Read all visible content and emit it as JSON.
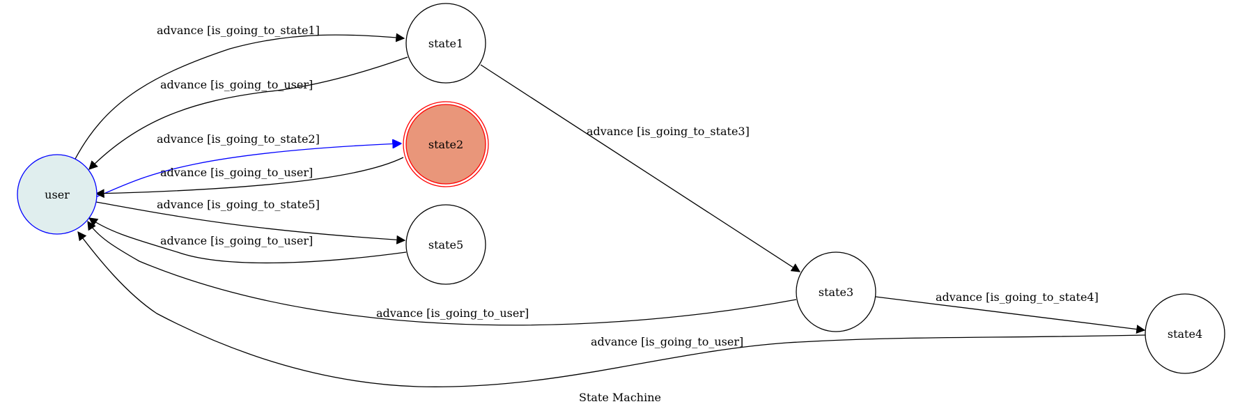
{
  "title": "State Machine",
  "colors": {
    "user_fill": "#e0eeee",
    "user_stroke": "#0000ff",
    "active_fill": "#e9967a",
    "active_stroke": "#ff0000",
    "highlight_edge": "#0000ff"
  },
  "nodes": {
    "user": "user",
    "state1": "state1",
    "state2": "state2",
    "state3": "state3",
    "state4": "state4",
    "state5": "state5"
  },
  "edges": {
    "user_state1": "advance [is_going_to_state1]",
    "state1_user": "advance [is_going_to_user]",
    "user_state2": "advance [is_going_to_state2]",
    "state2_user": "advance [is_going_to_user]",
    "user_state5": "advance [is_going_to_state5]",
    "state5_user": "advance [is_going_to_user]",
    "state1_state3": "advance [is_going_to_state3]",
    "state3_user": "advance [is_going_to_user]",
    "state3_state4": "advance [is_going_to_state4]",
    "state4_user": "advance [is_going_to_user]"
  }
}
